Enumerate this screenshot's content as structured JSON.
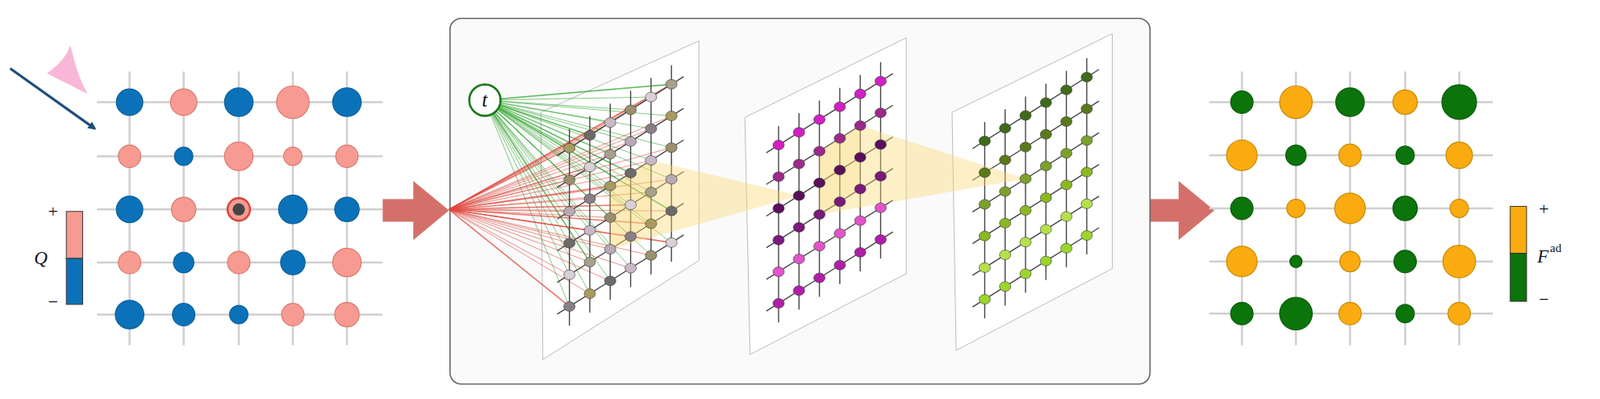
{
  "diagram": {
    "nodes": [
      {
        "text": [
          "t"
        ]
      }
    ],
    "edges": [],
    "labels": [
      "+",
      "Q",
      "−",
      "+",
      "F",
      "ad",
      "−"
    ]
  }
}
